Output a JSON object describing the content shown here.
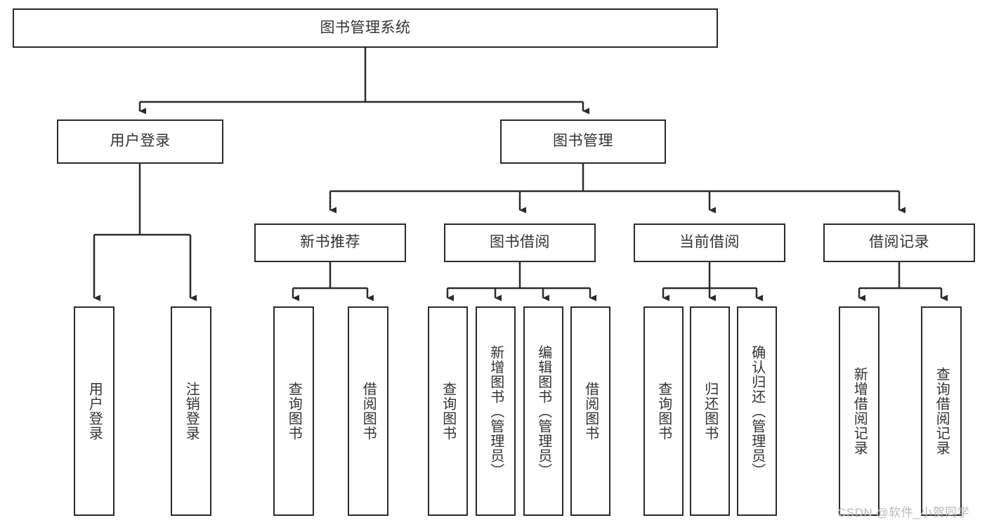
{
  "diagram": {
    "type": "tree-hierarchy-chart",
    "title": "图书管理系统",
    "watermark": "CSDN @软件_小贺同学",
    "colors": {
      "stroke": "#2b2b2b",
      "text": "#333333",
      "background": "#ffffff",
      "watermark": "#b9b9b9"
    },
    "levels": {
      "root": {
        "label": "图书管理系统"
      },
      "level1": [
        {
          "label": "用户登录"
        },
        {
          "label": "图书管理"
        }
      ],
      "level2": [
        {
          "label": "新书推荐"
        },
        {
          "label": "图书借阅"
        },
        {
          "label": "当前借阅"
        },
        {
          "label": "借阅记录"
        }
      ],
      "leaves": {
        "user_login": [
          {
            "label": "用户登录"
          },
          {
            "label": "注销登录"
          }
        ],
        "new_book": [
          {
            "label": "查询图书"
          },
          {
            "label": "借阅图书"
          }
        ],
        "book_borrow": [
          {
            "label": "查询图书"
          },
          {
            "label": "新增图书（管理员）"
          },
          {
            "label": "编辑图书（管理员）"
          },
          {
            "label": "借阅图书"
          }
        ],
        "current_borrow": [
          {
            "label": "查询图书"
          },
          {
            "label": "归还图书"
          },
          {
            "label": "确认归还（管理员）"
          }
        ],
        "borrow_record": [
          {
            "label": "新增借阅记录"
          },
          {
            "label": "查询借阅记录"
          }
        ]
      }
    }
  }
}
